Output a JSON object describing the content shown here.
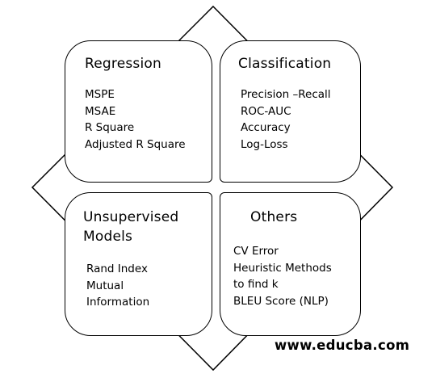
{
  "quadrants": {
    "regression": {
      "title": "Regression",
      "items": [
        "MSPE",
        "MSAE",
        "R Square",
        "Adjusted R Square"
      ]
    },
    "classification": {
      "title": "Classification",
      "items": [
        "Precision –Recall",
        "ROC-AUC",
        "Accuracy",
        "Log-Loss"
      ]
    },
    "unsupervised": {
      "title_line1": "Unsupervised",
      "title_line2": "Models",
      "items": [
        "Rand Index",
        "Mutual",
        "Information"
      ]
    },
    "others": {
      "title": "Others",
      "items": [
        "CV Error",
        "Heuristic Methods",
        "to find k",
        "BLEU Score (NLP)"
      ]
    }
  },
  "watermark": "www.educba.com"
}
